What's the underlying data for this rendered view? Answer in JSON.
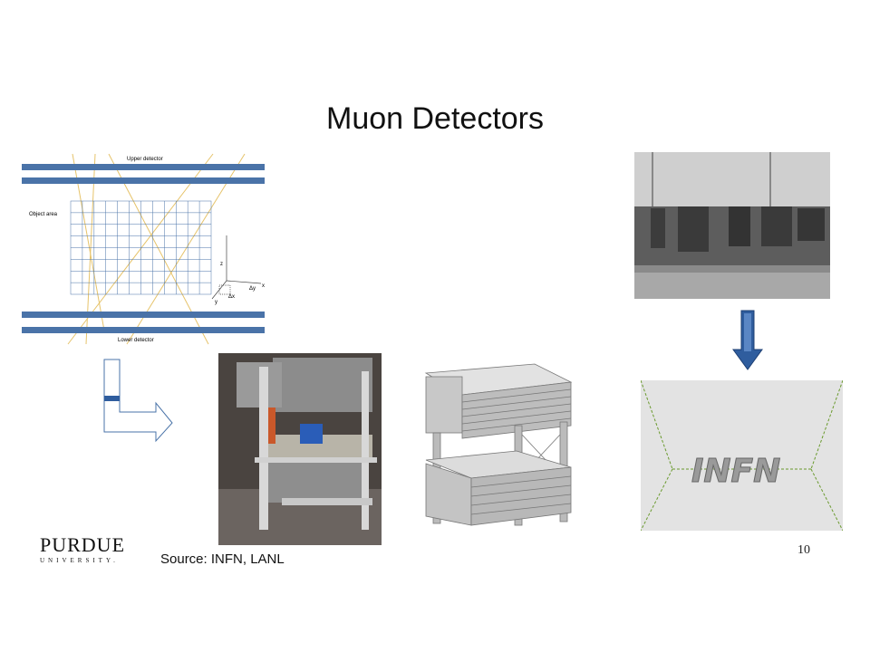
{
  "slide": {
    "title": "Muon Detectors",
    "source": "Source: INFN, LANL",
    "page_number": "10"
  },
  "schematic": {
    "upper_label": "Upper detector",
    "lower_label": "Lower detector",
    "object_label": "Object area",
    "axis_z": "z",
    "axis_x": "x",
    "axis_y": "y",
    "delta_x": "Δx",
    "delta_y": "Δy"
  },
  "logo": {
    "name": "PURDUE",
    "subtitle": "UNIVERSITY."
  },
  "reconstruction": {
    "letters": "INFN"
  },
  "colors": {
    "detector_bar": "#4a73a8",
    "muon_track": "#e6c36a",
    "arrow_blue": "#2f5d9e"
  }
}
